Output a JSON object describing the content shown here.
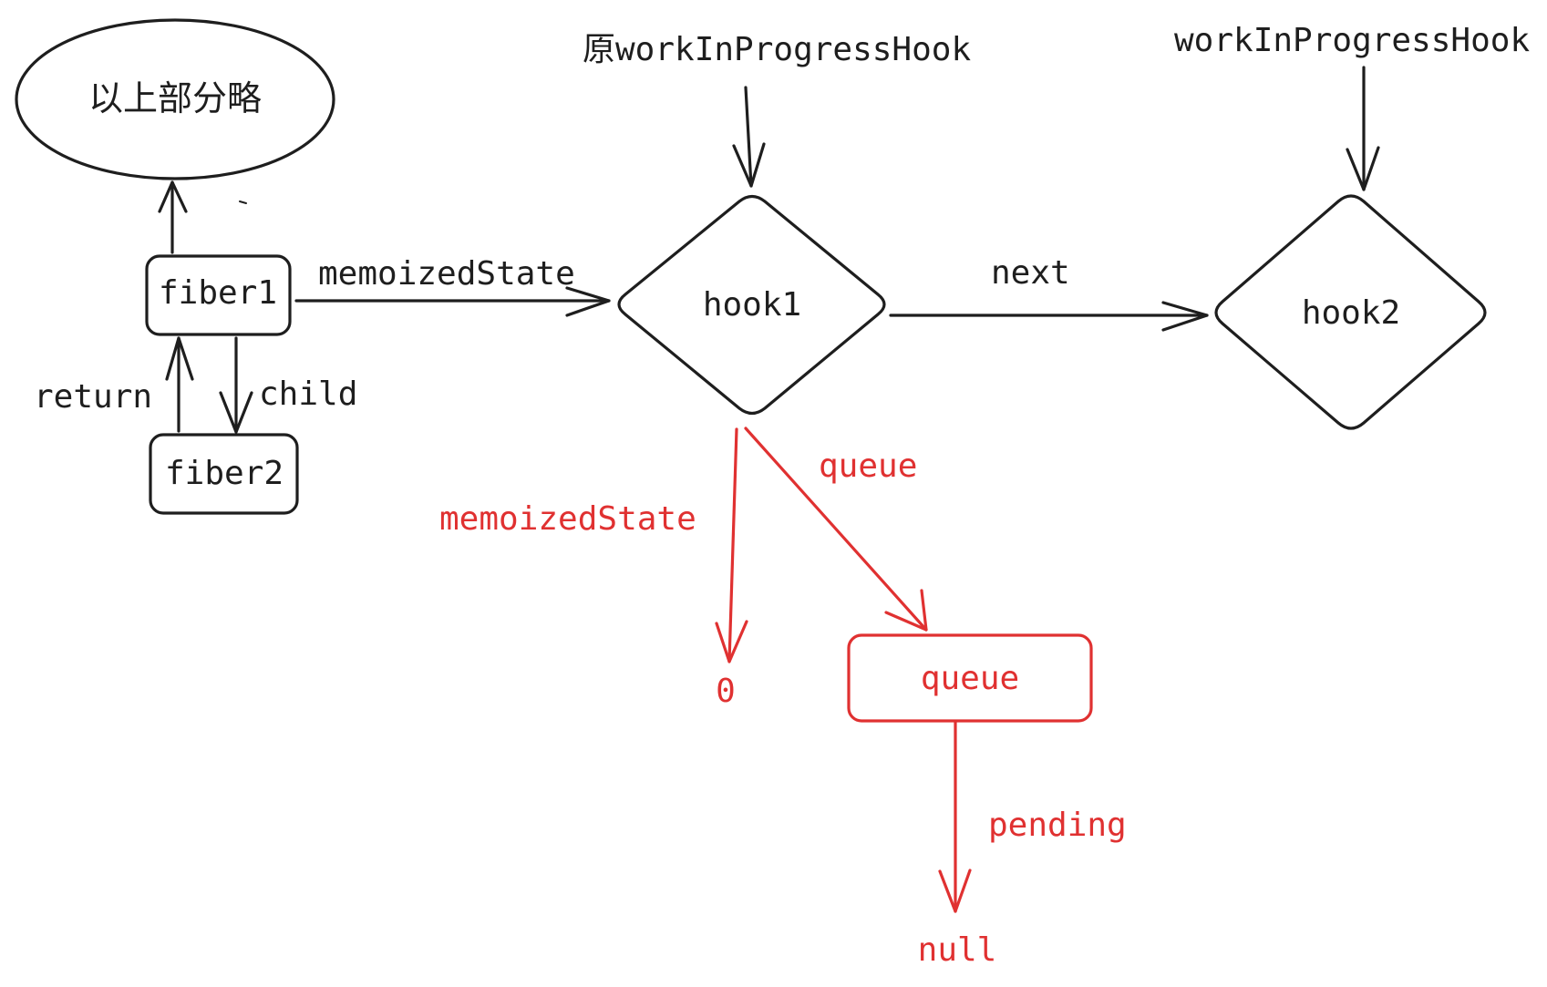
{
  "colors": {
    "ink": "#1e1e1e",
    "accent": "#e03131",
    "background": "#ffffff"
  },
  "nodes": {
    "ellipse": "以上部分略",
    "fiber1": "fiber1",
    "fiber2": "fiber2",
    "hook1": "hook1",
    "hook2": "hook2",
    "queue_box": "queue",
    "zero": "0",
    "null": "null"
  },
  "edges": {
    "fiber1_memoized_state": "memoizedState",
    "return": "return",
    "child": "child",
    "next": "next",
    "hook1_memoized_state": "memoizedState",
    "hook1_queue": "queue",
    "pending": "pending"
  },
  "pointers": {
    "original_wip_hook": "原workInProgressHook",
    "wip_hook": "workInProgressHook"
  }
}
